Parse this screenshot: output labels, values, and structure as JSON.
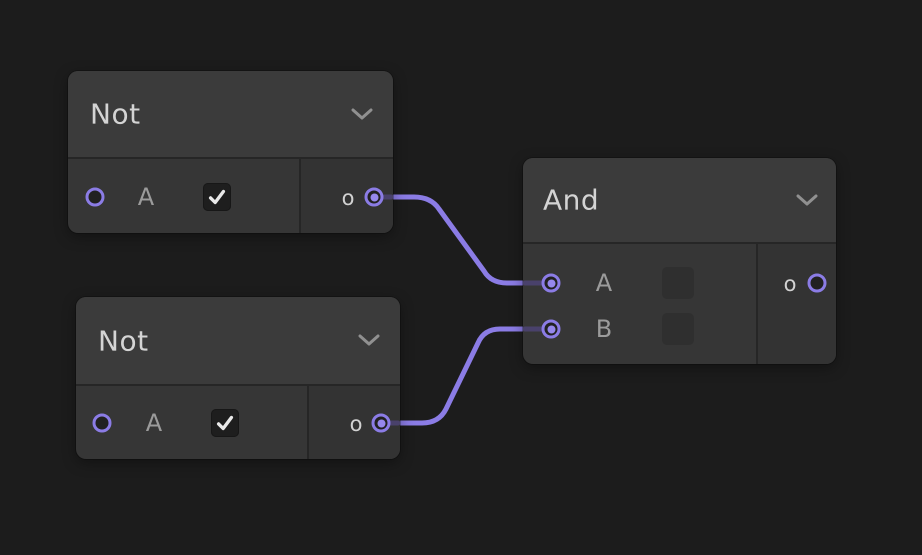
{
  "editor": {
    "type": "logic-node-graph",
    "background": "#1c1c1c",
    "accent_color": "#8b7ce5"
  },
  "nodes": [
    {
      "title": "Not",
      "collapse_icon": "chevron-down-icon",
      "inputs": [
        {
          "label": "A",
          "widget": "checkbox",
          "checked": true,
          "connected": false
        }
      ],
      "outputs": [
        {
          "label": "o",
          "connected": true
        }
      ]
    },
    {
      "title": "Not",
      "collapse_icon": "chevron-down-icon",
      "inputs": [
        {
          "label": "A",
          "widget": "checkbox",
          "checked": true,
          "connected": false
        }
      ],
      "outputs": [
        {
          "label": "o",
          "connected": true
        }
      ]
    },
    {
      "title": "And",
      "collapse_icon": "chevron-down-icon",
      "inputs": [
        {
          "label": "A",
          "widget": "checkbox",
          "checked": false,
          "connected": true
        },
        {
          "label": "B",
          "widget": "checkbox",
          "checked": false,
          "connected": true
        }
      ],
      "outputs": [
        {
          "label": "o",
          "connected": false
        }
      ]
    }
  ],
  "wires": [
    {
      "from": "Not (top) output o",
      "to": "And input A",
      "color": "#8b7ce5"
    },
    {
      "from": "Not (bottom) output o",
      "to": "And input B",
      "color": "#8b7ce5"
    }
  ],
  "colors": {
    "node_header": "#3b3b3b",
    "node_body": "#363636",
    "output_column": "#333333",
    "divider": "#262626",
    "wire_inside_node": "#49416b",
    "title_text": "#d4d4d4",
    "label_text": "#9b9b9b",
    "checkbox_bg": "#1e1e1e",
    "checkmark": "#e9e9e9",
    "chevron": "#909090"
  }
}
